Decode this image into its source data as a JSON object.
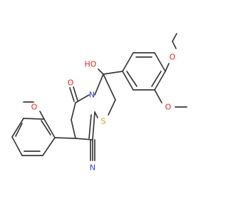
{
  "molecule": {
    "atoms": {
      "o_ketone": {
        "label": "O",
        "color": "#e8251f"
      },
      "n_ring": {
        "label": "N",
        "color": "#2d3fe8"
      },
      "oh_group": {
        "label": "HO",
        "color": "#e8251f"
      },
      "s_ring": {
        "label": "S",
        "color": "#c9a21a"
      },
      "n_nitrile": {
        "label": "N",
        "color": "#2d3fe8"
      },
      "o_methoxy_left": {
        "label": "O",
        "color": "#e8251f"
      },
      "o_methoxy_top": {
        "label": "O",
        "color": "#e8251f"
      },
      "o_methoxy_right": {
        "label": "O",
        "color": "#e8251f"
      }
    }
  }
}
